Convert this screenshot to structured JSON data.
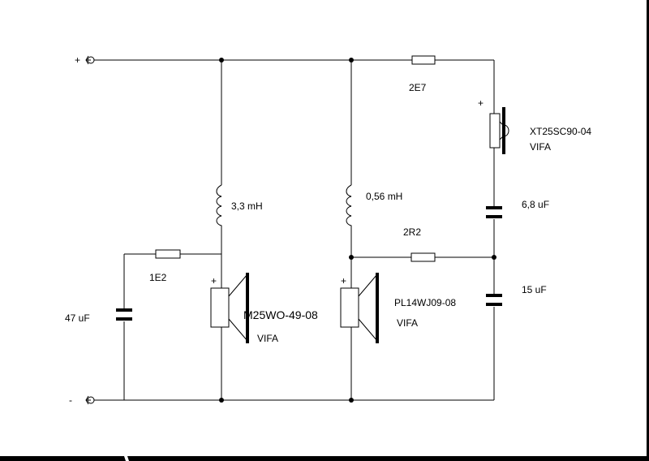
{
  "terminals": {
    "plus": "+",
    "minus": "-"
  },
  "resistors": {
    "r_top": "2E7",
    "r_mid": "2R2",
    "r_left": "1E2"
  },
  "inductors": {
    "l_left": "3,3 mH",
    "l_mid": "0,56 mH"
  },
  "capacitors": {
    "c_tweeter": "6,8 uF",
    "c_shunt": "15 uF",
    "c_left": "47 uF"
  },
  "speakers": {
    "woofer": {
      "model": "M25WO-49-08",
      "brand": "VIFA",
      "polarity": "+"
    },
    "mid": {
      "model": "PL14WJ09-08",
      "brand": "VIFA",
      "polarity": "+"
    },
    "tweeter": {
      "model": "XT25SC90-04",
      "brand": "VIFA",
      "polarity": "+"
    }
  }
}
